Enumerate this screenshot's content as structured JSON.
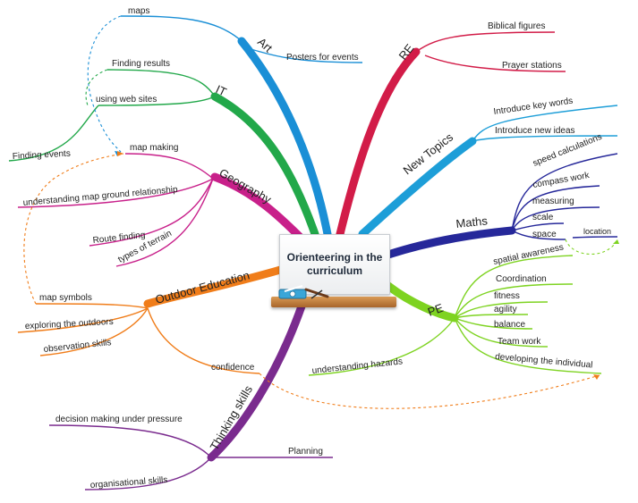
{
  "central_topic": "Orienteering in the\ncurriculum",
  "colors": {
    "art": "#1a8fd6",
    "it": "#22a84a",
    "geography": "#c8208a",
    "outdoor": "#f07d1a",
    "thinking": "#7a2b8e",
    "re": "#d21c48",
    "new_topics": "#1d9ed8",
    "maths": "#26289a",
    "pe": "#7ed321"
  },
  "branches": {
    "art": {
      "label": "Art",
      "children": [
        "maps",
        "Posters for events"
      ]
    },
    "it": {
      "label": "IT",
      "children": [
        "Finding results",
        "using web sites",
        "Finding events"
      ]
    },
    "geography": {
      "label": "Geography",
      "children": [
        "map making",
        "understanding map ground relationship",
        "Route finding",
        "types of terrain"
      ]
    },
    "outdoor": {
      "label": "Outdoor Education",
      "children": [
        "map symbols",
        "exploring the outdoors",
        "observation skills",
        "confidence"
      ]
    },
    "thinking": {
      "label": "Thinking skills",
      "children": [
        "decision making under pressure",
        "Planning",
        "organisational skills"
      ]
    },
    "re": {
      "label": "RE",
      "children": [
        "Biblical figures",
        "Prayer stations"
      ]
    },
    "new_topics": {
      "label": "New Topics",
      "children": [
        "Introduce key words",
        "Introduce new ideas"
      ]
    },
    "maths": {
      "label": "Maths",
      "children": [
        "speed calculations",
        "compass work",
        "measuring",
        "scale",
        "space",
        "location"
      ]
    },
    "pe": {
      "label": "PE",
      "children": [
        "spatial awareness",
        "Coordination",
        "fitness",
        "agility",
        "balance",
        "Team work",
        "developing the individual",
        "understanding hazards"
      ]
    }
  }
}
